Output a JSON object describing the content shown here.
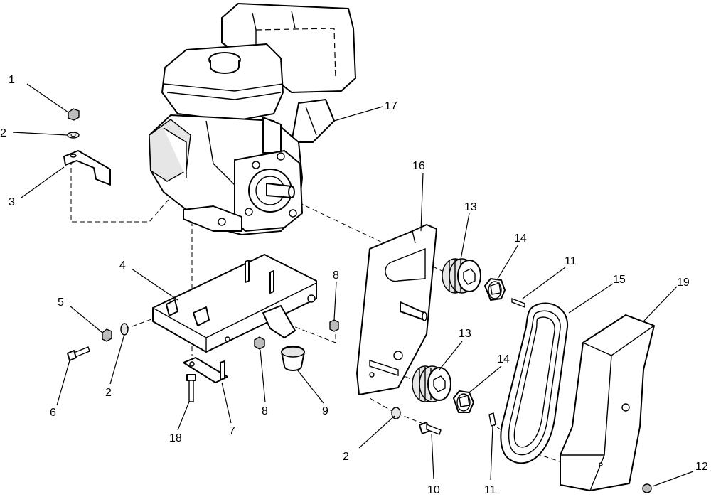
{
  "callouts": [
    {
      "label": "1"
    },
    {
      "label": "2"
    },
    {
      "label": "3"
    },
    {
      "label": "17"
    },
    {
      "label": "16"
    },
    {
      "label": "13"
    },
    {
      "label": "14"
    },
    {
      "label": "11"
    },
    {
      "label": "15"
    },
    {
      "label": "19"
    },
    {
      "label": "4"
    },
    {
      "label": "8"
    },
    {
      "label": "5"
    },
    {
      "label": "2"
    },
    {
      "label": "6"
    },
    {
      "label": "8"
    },
    {
      "label": "9"
    },
    {
      "label": "18"
    },
    {
      "label": "7"
    },
    {
      "label": "13"
    },
    {
      "label": "14"
    },
    {
      "label": "2"
    },
    {
      "label": "10"
    },
    {
      "label": "11"
    },
    {
      "label": "12"
    }
  ]
}
